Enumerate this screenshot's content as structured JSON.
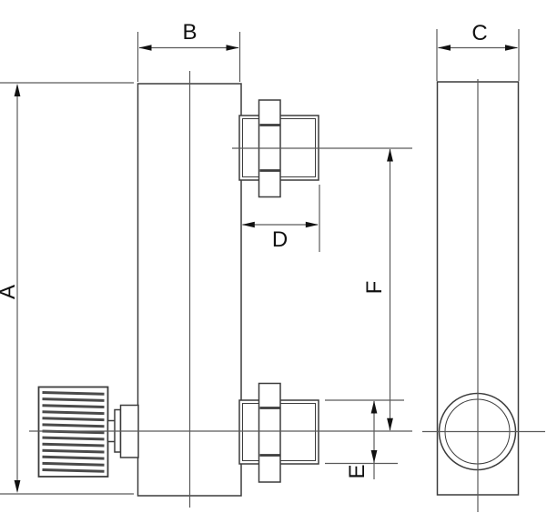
{
  "drawing": {
    "dimensions": {
      "A": "A",
      "B": "B",
      "C": "C",
      "D": "D",
      "E": "E",
      "F": "F"
    }
  },
  "colors": {
    "background": "#ffffff",
    "line-color": "#3c3c3c",
    "dim-color": "#5a5a5a",
    "ink-color": "#111111"
  }
}
